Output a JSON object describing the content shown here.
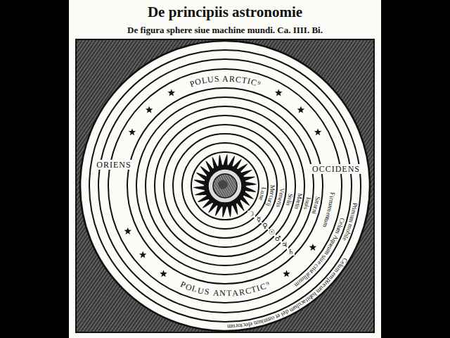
{
  "diagram": {
    "title": "De principiis astronomie",
    "labels": [
      "De figura sphere siue machine mundi. Ca. IIII. Bi.",
      "POLUS ARCTIC⁹",
      "ORIENS",
      "OCCIDENS",
      "Lune",
      "Mercurij",
      "Veneris",
      "Solis",
      "Martis",
      "Iouis",
      "Saturni",
      "Firmamentum",
      "Celum Aqueum siue cristallinum",
      "Primum mobile",
      "Celum empireum habitaculum dei et omnium electorum",
      "POLUS ANTARCTIC⁹",
      "☽",
      "☿",
      "♀",
      "☉",
      "♂",
      "♃",
      "♄"
    ]
  }
}
